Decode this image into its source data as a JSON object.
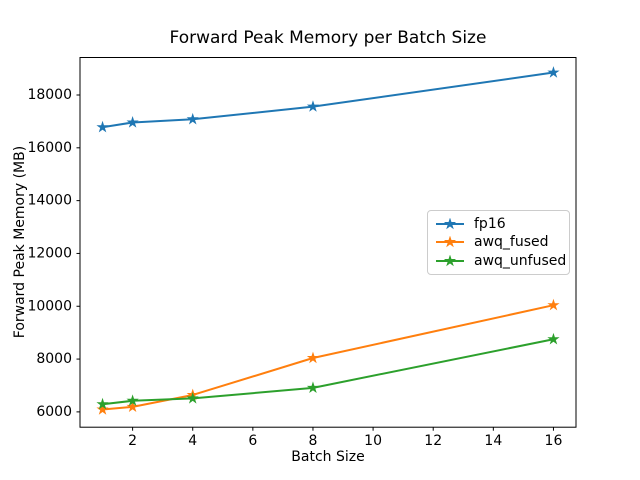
{
  "chart_data": {
    "type": "line",
    "title": "Forward Peak Memory per Batch Size",
    "xlabel": "Batch Size",
    "ylabel": "Forward Peak Memory (MB)",
    "x": [
      1,
      2,
      4,
      8,
      16
    ],
    "series": [
      {
        "name": "fp16",
        "color": "#1f77b4",
        "marker": "star",
        "values": [
          16780,
          16960,
          17080,
          17560,
          18850
        ]
      },
      {
        "name": "awq_fused",
        "color": "#ff7f0e",
        "marker": "star",
        "values": [
          6090,
          6190,
          6640,
          8040,
          10040
        ]
      },
      {
        "name": "awq_unfused",
        "color": "#2ca02c",
        "marker": "star",
        "values": [
          6290,
          6420,
          6510,
          6910,
          8750
        ]
      }
    ],
    "xticks": [
      2,
      4,
      6,
      8,
      10,
      12,
      14,
      16
    ],
    "yticks": [
      6000,
      8000,
      10000,
      12000,
      14000,
      16000,
      18000
    ],
    "xlim": [
      0.25,
      16.75
    ],
    "ylim": [
      5420,
      19420
    ],
    "grid": false,
    "legend_position": "center-right",
    "axis_color": "#000000",
    "background_color": "#ffffff"
  }
}
